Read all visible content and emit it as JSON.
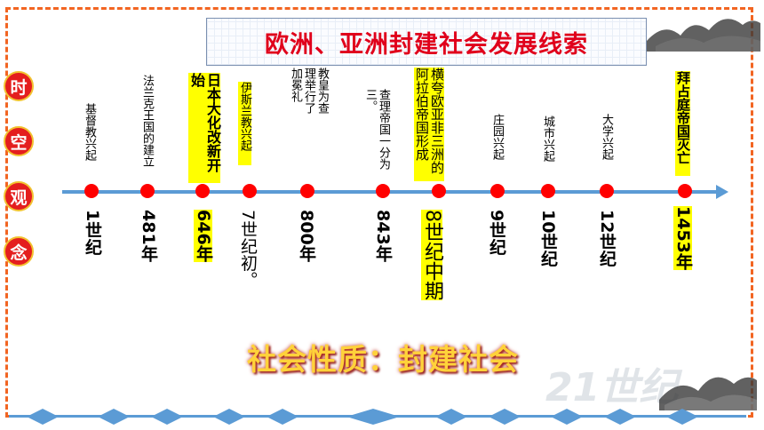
{
  "title": "欧洲、亚洲封建社会发展线索",
  "side_label": [
    "时",
    "空",
    "观",
    "念"
  ],
  "events": [
    {
      "text": "基督教兴起",
      "date": "1世纪"
    },
    {
      "text": "法兰克王国的建立",
      "date": "481年"
    },
    {
      "text": "日本大化改新开始",
      "date": "646年"
    },
    {
      "text": "伊斯兰教兴起",
      "date": "7世纪初。"
    },
    {
      "text": "教皇为查理举行了加冕礼",
      "date": "800年"
    },
    {
      "text": "查理帝国一分为三。",
      "date": "843年"
    },
    {
      "text": "横夸欧亚非三洲的阿拉伯帝国形成",
      "date": "8世纪中期"
    },
    {
      "text": "庄园兴起",
      "date": "9世纪"
    },
    {
      "text": "城市兴起",
      "date": "10世纪"
    },
    {
      "text": "大学兴起",
      "date": "12世纪"
    },
    {
      "text": "拜占庭帝国灭亡",
      "date": "1453年"
    }
  ],
  "nature": "社会性质：封建社会",
  "watermark": "21世纪",
  "colors": {
    "title": "#e0001b",
    "axis": "#5b9bd5",
    "dot": "#ff0000",
    "highlight": "#ffff00",
    "frame": "#f26522"
  }
}
